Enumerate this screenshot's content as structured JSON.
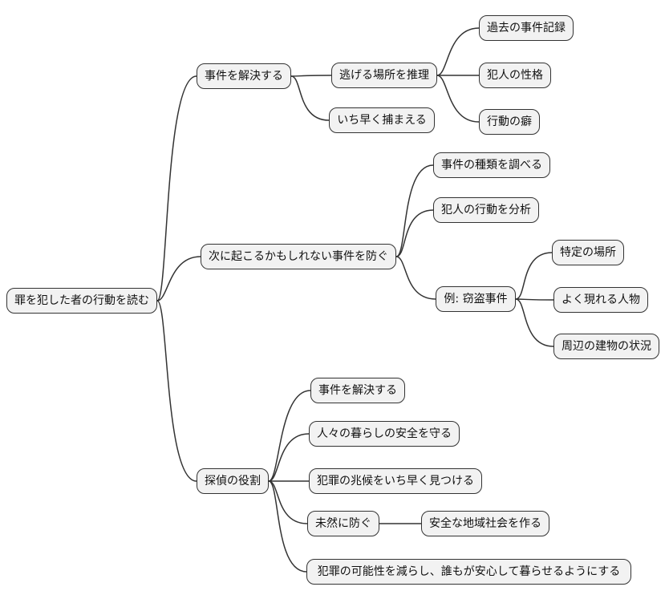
{
  "diagram": {
    "type": "mindmap",
    "direction": "left-to-right",
    "colors": {
      "background": "#ffffff",
      "node_fill": "#f2f2f2",
      "node_border": "#333333",
      "edge": "#333333",
      "text": "#111111"
    },
    "tree": {
      "label": "罪を犯した者の行動を読む",
      "children": [
        {
          "label": "事件を解決する",
          "children": [
            {
              "label": "逃げる場所を推理",
              "children": [
                {
                  "label": "過去の事件記録"
                },
                {
                  "label": "犯人の性格"
                },
                {
                  "label": "行動の癖"
                }
              ]
            },
            {
              "label": "いち早く捕まえる"
            }
          ]
        },
        {
          "label": "次に起こるかもしれない事件を防ぐ",
          "children": [
            {
              "label": "事件の種類を調べる"
            },
            {
              "label": "犯人の行動を分析"
            },
            {
              "label": "例: 窃盗事件",
              "children": [
                {
                  "label": "特定の場所"
                },
                {
                  "label": "よく現れる人物"
                },
                {
                  "label": "周辺の建物の状況"
                }
              ]
            }
          ]
        },
        {
          "label": "探偵の役割",
          "children": [
            {
              "label": "事件を解決する"
            },
            {
              "label": "人々の暮らしの安全を守る"
            },
            {
              "label": "犯罪の兆候をいち早く見つける"
            },
            {
              "label": "未然に防ぐ",
              "children": [
                {
                  "label": "安全な地域社会を作る"
                }
              ]
            },
            {
              "label": "犯罪の可能性を減らし、誰もが安心して暮らせるようにする"
            }
          ]
        }
      ]
    }
  },
  "nodes": {
    "root": "罪を犯した者の行動を読む",
    "n1": "事件を解決する",
    "n1a": "逃げる場所を推理",
    "n1a1": "過去の事件記録",
    "n1a2": "犯人の性格",
    "n1a3": "行動の癖",
    "n1b": "いち早く捕まえる",
    "n2": "次に起こるかもしれない事件を防ぐ",
    "n2a": "事件の種類を調べる",
    "n2b": "犯人の行動を分析",
    "n2c": "例: 窃盗事件",
    "n2c1": "特定の場所",
    "n2c2": "よく現れる人物",
    "n2c3": "周辺の建物の状況",
    "n3": "探偵の役割",
    "n3a": "事件を解決する",
    "n3b": "人々の暮らしの安全を守る",
    "n3c": "犯罪の兆候をいち早く見つける",
    "n3d": "未然に防ぐ",
    "n3d1": "安全な地域社会を作る",
    "n3e": "犯罪の可能性を減らし、誰もが安心して暮らせるようにする"
  },
  "edges": [
    [
      "root",
      "n1"
    ],
    [
      "root",
      "n2"
    ],
    [
      "root",
      "n3"
    ],
    [
      "n1",
      "n1a"
    ],
    [
      "n1",
      "n1b"
    ],
    [
      "n1a",
      "n1a1"
    ],
    [
      "n1a",
      "n1a2"
    ],
    [
      "n1a",
      "n1a3"
    ],
    [
      "n2",
      "n2a"
    ],
    [
      "n2",
      "n2b"
    ],
    [
      "n2",
      "n2c"
    ],
    [
      "n2c",
      "n2c1"
    ],
    [
      "n2c",
      "n2c2"
    ],
    [
      "n2c",
      "n2c3"
    ],
    [
      "n3",
      "n3a"
    ],
    [
      "n3",
      "n3b"
    ],
    [
      "n3",
      "n3c"
    ],
    [
      "n3",
      "n3d"
    ],
    [
      "n3",
      "n3e"
    ],
    [
      "n3d",
      "n3d1"
    ]
  ]
}
